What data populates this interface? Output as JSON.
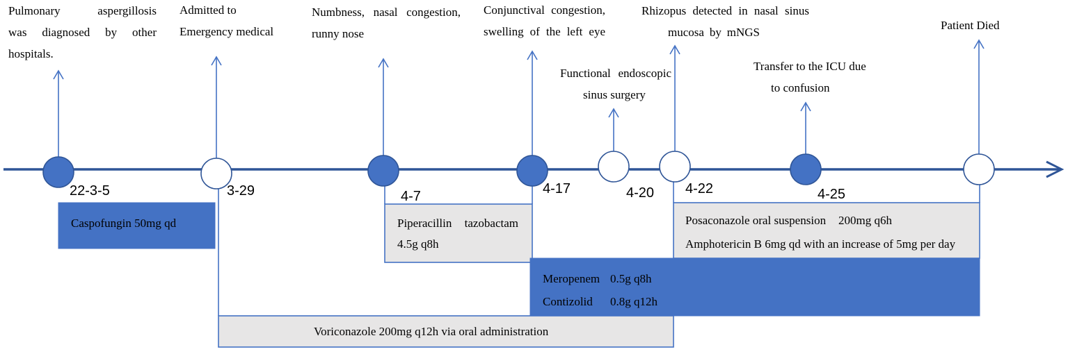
{
  "colors": {
    "timeline": "#2F5597",
    "arrow": "#4472C4"
  },
  "events": [
    {
      "date": "22-3-5",
      "note": [
        "Pulmonary aspergillosis",
        "was diagnosed by other",
        "hospitals."
      ],
      "marker_fill": "#4472C4"
    },
    {
      "date": "3-29",
      "note": [
        "Admitted to",
        "Emergency medical"
      ],
      "marker_fill": "#FFFFFF"
    },
    {
      "date": "4-7",
      "note": [
        "Numbness, nasal congestion,",
        "runny nose"
      ],
      "marker_fill": "#4472C4"
    },
    {
      "date": "4-17",
      "note": [
        "Conjunctival congestion,",
        "swelling of the left eye"
      ],
      "marker_fill": "#4472C4"
    },
    {
      "date": "4-20",
      "note": [
        "Functional endoscopic",
        "sinus surgery"
      ],
      "marker_fill": "#FFFFFF"
    },
    {
      "date": "4-22",
      "note": [
        "Rhizopus detected in nasal sinus",
        "mucosa by mNGS"
      ],
      "marker_fill": "#FFFFFF"
    },
    {
      "date": "4-25",
      "note": [
        "Transfer to the ICU due",
        "to confusion"
      ],
      "marker_fill": "#4472C4"
    },
    {
      "note": [
        "Patient Died"
      ],
      "marker_fill": "#FFFFFF"
    }
  ],
  "treatments": [
    {
      "lines": [
        {
          "text": "Caspofungin 50mg qd"
        }
      ],
      "fill": "#4472C4"
    },
    {
      "lines": [
        {
          "text": "Piperacillin tazobactam"
        },
        {
          "text": "4.5g q8h"
        }
      ],
      "fill": "#E7E6E6"
    },
    {
      "lines": [
        {
          "text": "Voriconazole 200mg q12h via oral administration"
        }
      ],
      "fill": "#E7E6E6"
    },
    {
      "lines": [
        {
          "text": "Meropenem",
          "dose": "0.5g q8h"
        },
        {
          "text": "Contizolid",
          "dose": "0.8g q12h"
        }
      ],
      "fill": "#4472C4"
    },
    {
      "lines": [
        {
          "text": "Posaconazole oral suspension",
          "dose": "200mg q6h"
        },
        {
          "text": "Amphotericin B 6mg qd with an increase of 5mg per day"
        }
      ],
      "fill": "#E7E6E6"
    }
  ]
}
